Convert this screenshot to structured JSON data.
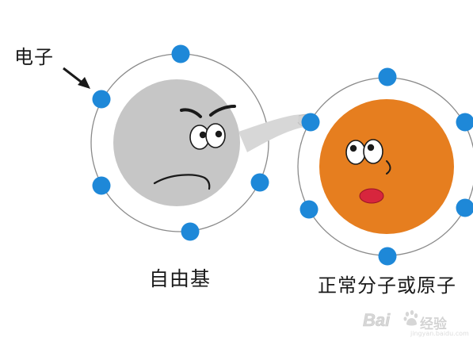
{
  "labels": {
    "electron": "电子",
    "free_radical": "自由基",
    "molecule_or_atom": "正常分子或原子"
  },
  "watermark": {
    "brand": "Bai",
    "brand_suffix": "经验",
    "url": "jingyan.baidu.com"
  },
  "colors": {
    "electron": "#1e88d8",
    "radical_body": "#c6c6c6",
    "molecule_body": "#e67e1f",
    "orbit": "#8a8a8a",
    "mouth": "#d7263d"
  },
  "icons": {
    "arrow": "arrow-pointing-to-electron",
    "radical_face": "angry-face",
    "molecule_face": "surprised-face",
    "watermark": "baidu-paw-icon"
  }
}
